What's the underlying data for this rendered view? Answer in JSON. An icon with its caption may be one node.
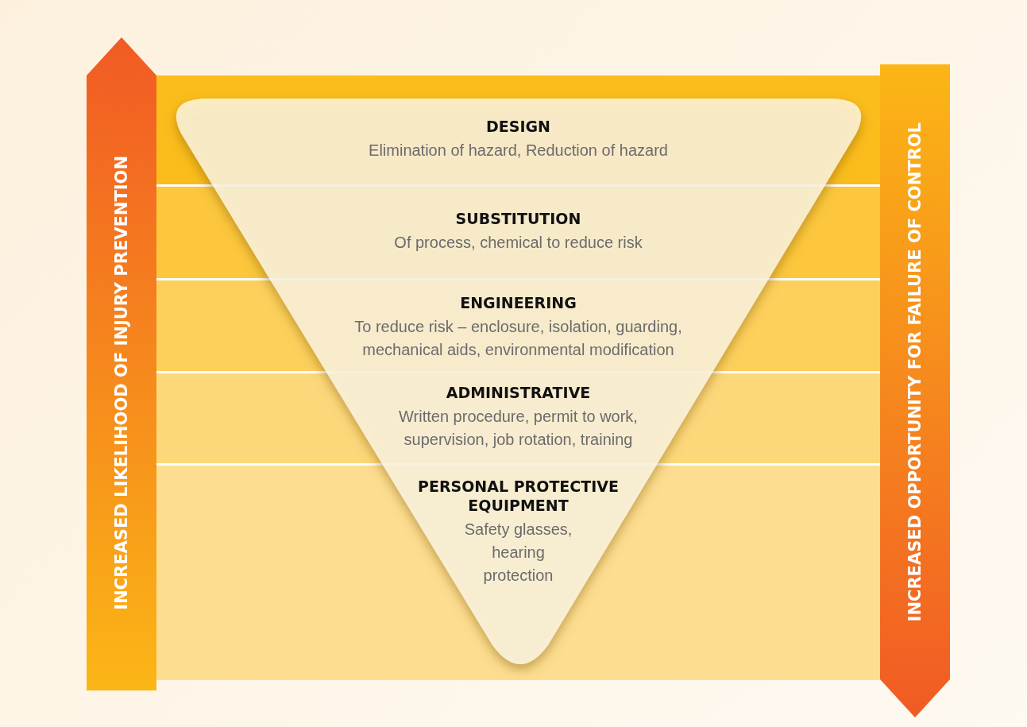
{
  "diagram": {
    "nodes": [
      {
        "text": [
          "DESIGN",
          "Elimination of hazard, Reduction of hazard"
        ]
      },
      {
        "text": [
          "SUBSTITUTION",
          "Of process, chemical to reduce risk"
        ]
      },
      {
        "text": [
          "ENGINEERING",
          "To reduce risk – enclosure, isolation, guarding, mechanical aids, environmental modification"
        ]
      },
      {
        "text": [
          "ADMINISTRATIVE",
          "Written procedure, permit to work, supervision, job rotation, training"
        ]
      },
      {
        "text": [
          "PERSONAL PROTECTIVE EQUIPMENT",
          "Safety glasses, hearing protection"
        ]
      },
      {
        "text": [
          "INCREASED LIKELIHOOD OF INJURY PREVENTION"
        ]
      },
      {
        "text": [
          "INCREASED OPPORTUNITY FOR FAILURE OF CONTROL"
        ]
      }
    ],
    "edges": []
  }
}
